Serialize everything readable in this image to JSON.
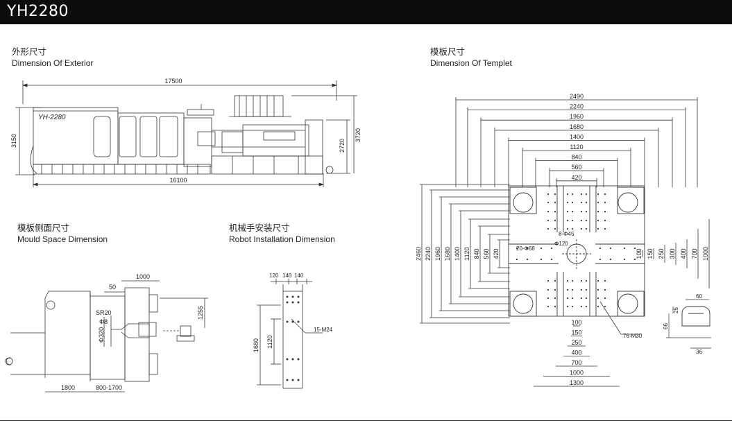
{
  "header": {
    "model": "YH2280"
  },
  "sections": {
    "exterior": {
      "cn": "外形尺寸",
      "en": "Dimension Of Exterior"
    },
    "templet": {
      "cn": "模板尺寸",
      "en": "Dimension Of Templet"
    },
    "mould_space": {
      "cn": "模板侧面尺寸",
      "en": "Mould Space Dimension"
    },
    "robot": {
      "cn": "机械手安装尺寸",
      "en": "Robot Installation Dimension"
    }
  },
  "exterior_drawing": {
    "machine_label": "YH-2280",
    "dims": {
      "total_length": "17500",
      "base_length": "16100",
      "height": "3150",
      "h2": "2720",
      "h3": "3720"
    }
  },
  "templet_drawing": {
    "widths": [
      "2490",
      "2240",
      "1960",
      "1680",
      "1400",
      "1120",
      "840",
      "560",
      "420"
    ],
    "heights": [
      "2460",
      "2240",
      "1960",
      "1680",
      "1400",
      "1120",
      "840",
      "560",
      "420"
    ],
    "bottom_dims": [
      "100",
      "150",
      "250",
      "400",
      "700",
      "1000",
      "1300"
    ],
    "right_dims": [
      "100",
      "150",
      "250",
      "300",
      "400",
      "700",
      "1000"
    ],
    "notes": {
      "holes_small": "8-Φ45",
      "holes_ring": "20-Φ68",
      "center": "Φ120",
      "thread": "76-M30"
    },
    "detail": {
      "top": "60",
      "height": "66",
      "depth": "25",
      "bottom": "36"
    }
  },
  "mould_drawing": {
    "dims": {
      "d1000": "1000",
      "d50": "50",
      "sr": "SR20",
      "phi8": "Φ8",
      "phi320": "Φ320",
      "d1255": "1255",
      "d1800": "1800",
      "range": "800-1700"
    }
  },
  "robot_drawing": {
    "dims": {
      "a": "120",
      "b": "140",
      "c": "140",
      "h1680": "1680",
      "h1120": "1120",
      "thread": "15-M24"
    }
  }
}
